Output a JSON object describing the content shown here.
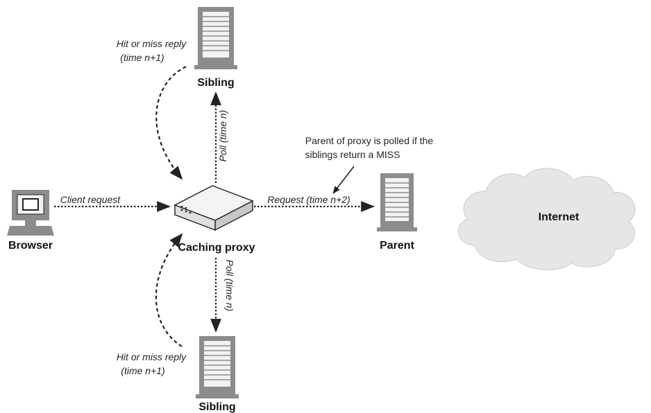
{
  "nodes": {
    "browser": "Browser",
    "caching_proxy": "Caching proxy",
    "sibling_top": "Sibling",
    "sibling_bottom": "Sibling",
    "parent": "Parent",
    "internet": "Internet"
  },
  "edges": {
    "client_request": "Client request",
    "poll_top": "Poll (time n)",
    "poll_bottom": "Poll (time n)",
    "request_parent": "Request (time n+2)",
    "reply_top_line1": "Hit or miss reply",
    "reply_top_line2": "(time n+1)",
    "reply_bottom_line1": "Hit or miss reply",
    "reply_bottom_line2": "(time n+1)"
  },
  "annotation": {
    "line1": "Parent of proxy is polled if the",
    "line2": "siblings return a MISS"
  },
  "colors": {
    "server_fill": "#8c8c8c",
    "server_slot": "#f2f2f2",
    "cloud_fill": "#e6e6e6",
    "proxy_fill": "#f4f4f4",
    "stroke": "#222222"
  }
}
